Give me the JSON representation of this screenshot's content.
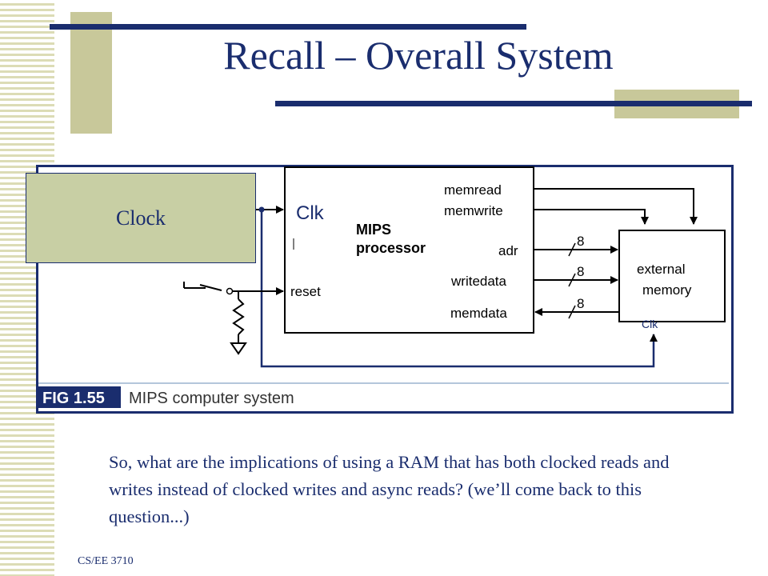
{
  "slide": {
    "title": "Recall – Overall System",
    "question": "So, what are the implications of using a RAM that has both clocked reads and writes instead of clocked writes and async reads?  (we’ll come back to this question...)",
    "footer": "CS/EE 3710"
  },
  "callout": {
    "clock_label": "Clock"
  },
  "diagram": {
    "processor_title_line1": "MIPS",
    "processor_title_line2": "processor",
    "clk_input": "Clk",
    "reset_input": "reset",
    "memread": "memread",
    "memwrite": "memwrite",
    "adr": "adr",
    "writedata": "writedata",
    "memdata": "memdata",
    "memory_line1": "external",
    "memory_line2": "memory",
    "memory_clk": "Clk",
    "bus_width": "8",
    "caption_tag": "FIG 1.55",
    "caption_text": "MIPS computer system"
  },
  "colors": {
    "title": "#1a2d6e",
    "accent_blocks": "#c8c89a",
    "clock_box": "#c8cfa4",
    "caption_tag_bg": "#1a2d6e"
  }
}
